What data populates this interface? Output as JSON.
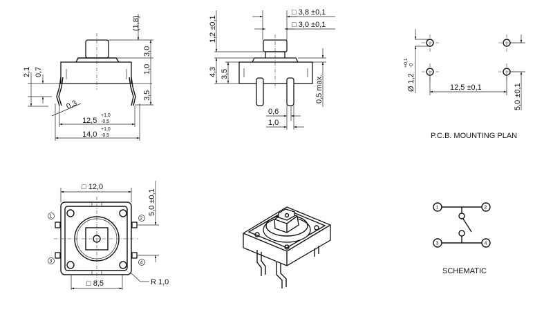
{
  "side_view": {
    "dims": {
      "top_gap": "(1,8)",
      "button_height": "3,0",
      "plate": "1,0",
      "body": "3,5",
      "lead_a": "2,1",
      "lead_b": "0,7",
      "lead_thickness": "0,3",
      "pitch": "12,5",
      "pitch_tol_plus": "+1,0",
      "pitch_tol_minus": "-0,5",
      "overall": "14,0",
      "overall_tol_plus": "+1,0",
      "overall_tol_minus": "-0,5"
    }
  },
  "front_view": {
    "dims": {
      "cap": "□ 3,8 ±0,1",
      "stem": "□ 3,0 ±0,1",
      "button": "1,2 ±0,1",
      "height": "4,3",
      "body": "3,5",
      "standoff": "0,5 max.",
      "lead_w": "0,6",
      "lead_span": "1,0"
    }
  },
  "pcb_plan": {
    "title": "P.C.B. MOUNTING PLAN",
    "hole": "Ø 1,2",
    "hole_tol_plus": "+0,1",
    "hole_tol_minus": "-0",
    "pitch_x": "12,5 ±0,1",
    "pitch_y": "5,0 ±0,1"
  },
  "top_view": {
    "size": "□ 12,0",
    "inner": "□ 8,5",
    "pitch": "5,0 ±0,1",
    "radius": "R 1,0",
    "pins": [
      "1",
      "2",
      "3",
      "4"
    ]
  },
  "schematic": {
    "title": "SCHEMATIC",
    "pins": [
      "1",
      "2",
      "3",
      "4"
    ]
  }
}
